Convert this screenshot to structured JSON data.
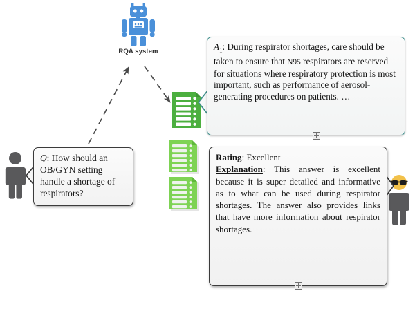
{
  "diagram": {
    "title": "RQA system question answering and rating flow",
    "colors": {
      "robot_blue": "#4a90d9",
      "doc_green_dark": "#4caf3f",
      "doc_green_light": "#7ed354",
      "person_gray": "#59595b",
      "emoji_yellow": "#f2c14a",
      "answer_border_teal": "#3f8f8c",
      "box_border_dark": "#3b3b3b",
      "box_fill": "#f7f7f7"
    }
  },
  "system": {
    "icon": "robot-icon",
    "label": "RQA system"
  },
  "actors": {
    "asker": {
      "icon": "person-icon",
      "name": "question-asker"
    },
    "rater": {
      "icon": "person-with-sunglasses-icon",
      "name": "answer-rater"
    }
  },
  "documents": [
    {
      "icon": "document-list-icon",
      "state": "selected",
      "shade": "dark-green"
    },
    {
      "icon": "document-list-icon",
      "state": "unselected",
      "shade": "light-green"
    },
    {
      "icon": "document-list-icon",
      "state": "unselected",
      "shade": "light-green"
    }
  ],
  "arrows": [
    {
      "name": "question-to-system-arrow",
      "style": "dashed",
      "direction": "up-right"
    },
    {
      "name": "system-to-documents-arrow",
      "style": "dashed",
      "direction": "down-right"
    }
  ],
  "question_box": {
    "label_prefix": "Q",
    "label_separator": ": ",
    "text": "How should an OB/GYN setting handle a shortage of respirators?"
  },
  "answer_box": {
    "label_prefix": "A",
    "label_subscript": "1",
    "label_separator": ":  ",
    "text_part_1": "During respirator shortages, care should be taken to ensure that ",
    "n95": "N95",
    "text_part_2": " respirators are reserved for situations where respiratory protection is most important, such as performance of aerosol-generating procedures on patients. …"
  },
  "explanation_box": {
    "rating_label": "Rating",
    "rating_separator": ": ",
    "rating_value": "Excellent",
    "explanation_label": "Explanation",
    "explanation_separator": ": ",
    "explanation_text": "This answer is excellent because it is super detailed and informative as to what can be used during respirator shortages. The answer also provides links that have more information about respirator shortages."
  },
  "handles": [
    {
      "name": "answer-box-resize-handle",
      "glyph": "resize-handle-icon"
    },
    {
      "name": "explanation-box-resize-handle",
      "glyph": "resize-handle-icon"
    }
  ]
}
